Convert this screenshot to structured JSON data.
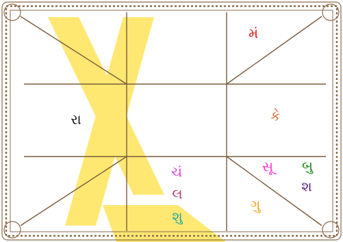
{
  "colors": {
    "background": "#ffffff",
    "grid_lines": "#7a5a3c",
    "border": "#8a6a4c",
    "watermark": "#ffe55a"
  },
  "houses": {
    "top_right": {
      "planets": [
        {
          "label": "મં",
          "color": "#e01818"
        }
      ]
    },
    "middle_left": {
      "planets": [
        {
          "label": "રા",
          "color": "#111111"
        }
      ]
    },
    "middle_right": {
      "planets": [
        {
          "label": "કે",
          "color": "#e0642c"
        }
      ]
    },
    "bottom_center": {
      "planets": [
        {
          "label": "ચં",
          "color": "#e040e0"
        },
        {
          "label": "લ",
          "color": "#b03a6a"
        },
        {
          "label": "શુ",
          "color": "#22a89a"
        }
      ]
    },
    "bottom_right": {
      "planets": [
        {
          "label": "સૂ",
          "color": "#ff33cc"
        },
        {
          "label": "બુ",
          "color": "#1f8a1f"
        },
        {
          "label": "શ",
          "color": "#5a1a8a"
        },
        {
          "label": "ગુ",
          "color": "#ffa020"
        }
      ]
    }
  }
}
